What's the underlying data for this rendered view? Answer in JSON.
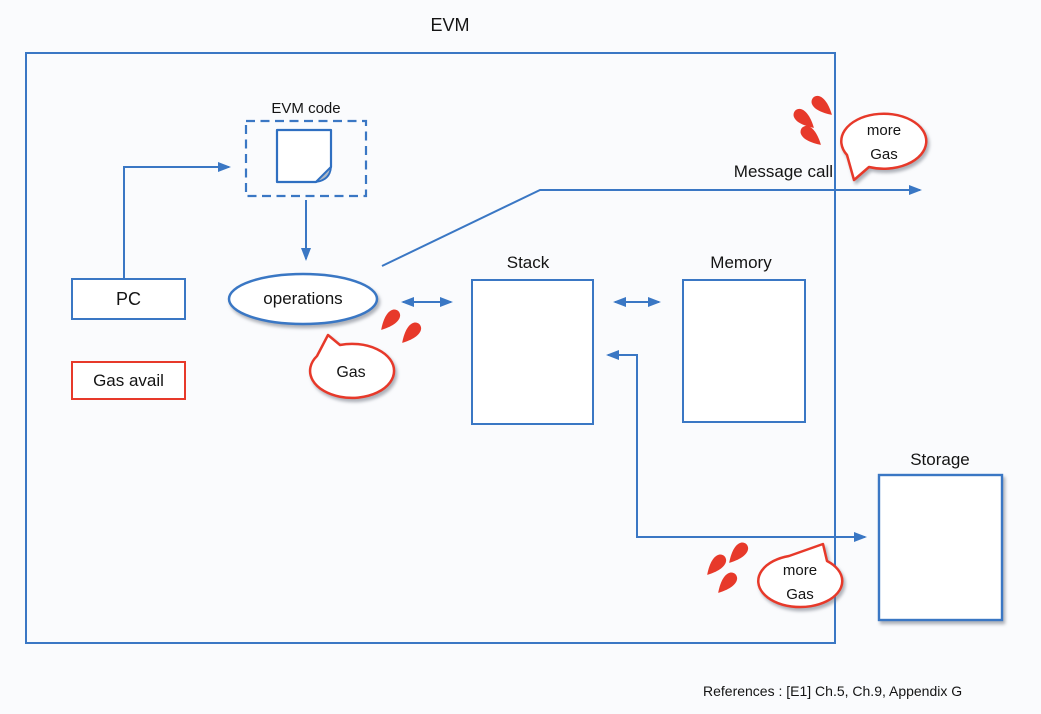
{
  "diagram": {
    "title": "EVM",
    "labels": {
      "evm_code": "EVM code",
      "pc": "PC",
      "gas_avail": "Gas avail",
      "operations": "operations",
      "stack": "Stack",
      "memory": "Memory",
      "storage": "Storage",
      "message_call": "Message call"
    },
    "bubbles": {
      "gas": {
        "text": "Gas"
      },
      "more_gas_top": {
        "line1": "more",
        "line2": "Gas"
      },
      "more_gas_bottom": {
        "line1": "more",
        "line2": "Gas"
      }
    },
    "references": "References : [E1] Ch.5, Ch.9, Appendix G",
    "colors": {
      "line_blue": "#3a77c4",
      "accent_red": "#e7392a",
      "note_fold_gray": "#aeb9c6",
      "background": "#fafbfd",
      "text": "#141414"
    }
  }
}
